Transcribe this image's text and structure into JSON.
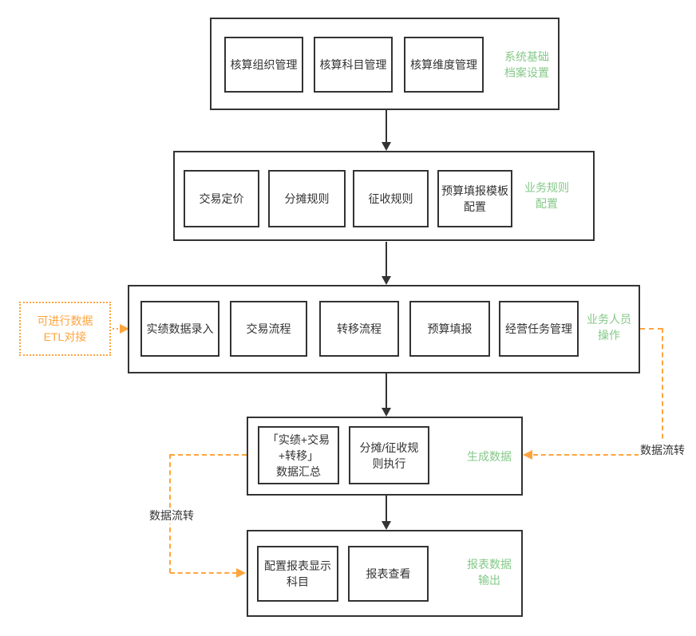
{
  "diagram": {
    "colors": {
      "green_label": "#85C888",
      "orange_accent": "#FFA43D",
      "line_dark": "#333333"
    },
    "sections": [
      {
        "title": "系统基础\n档案设置",
        "nodes": [
          "核算组织管理",
          "核算科目管理",
          "核算维度管理"
        ]
      },
      {
        "title": "业务规则\n配置",
        "nodes": [
          "交易定价",
          "分摊规则",
          "征收规则",
          "预算填报模板\n配置"
        ]
      },
      {
        "title": "业务人员\n操作",
        "nodes": [
          "实绩数据录入",
          "交易流程",
          "转移流程",
          "预算填报",
          "经营任务管理"
        ]
      },
      {
        "title": "生成数据",
        "nodes": [
          "「实绩+交易\n+转移」\n数据汇总",
          "分摊/征收规\n则执行"
        ]
      },
      {
        "title": "报表数据\n输出",
        "nodes": [
          "配置报表显示\n科目",
          "报表查看"
        ]
      }
    ],
    "annotations": {
      "etl_note": "可进行数据\nETL对接",
      "flow_label_left": "数据流转",
      "flow_label_right": "数据流转"
    }
  }
}
